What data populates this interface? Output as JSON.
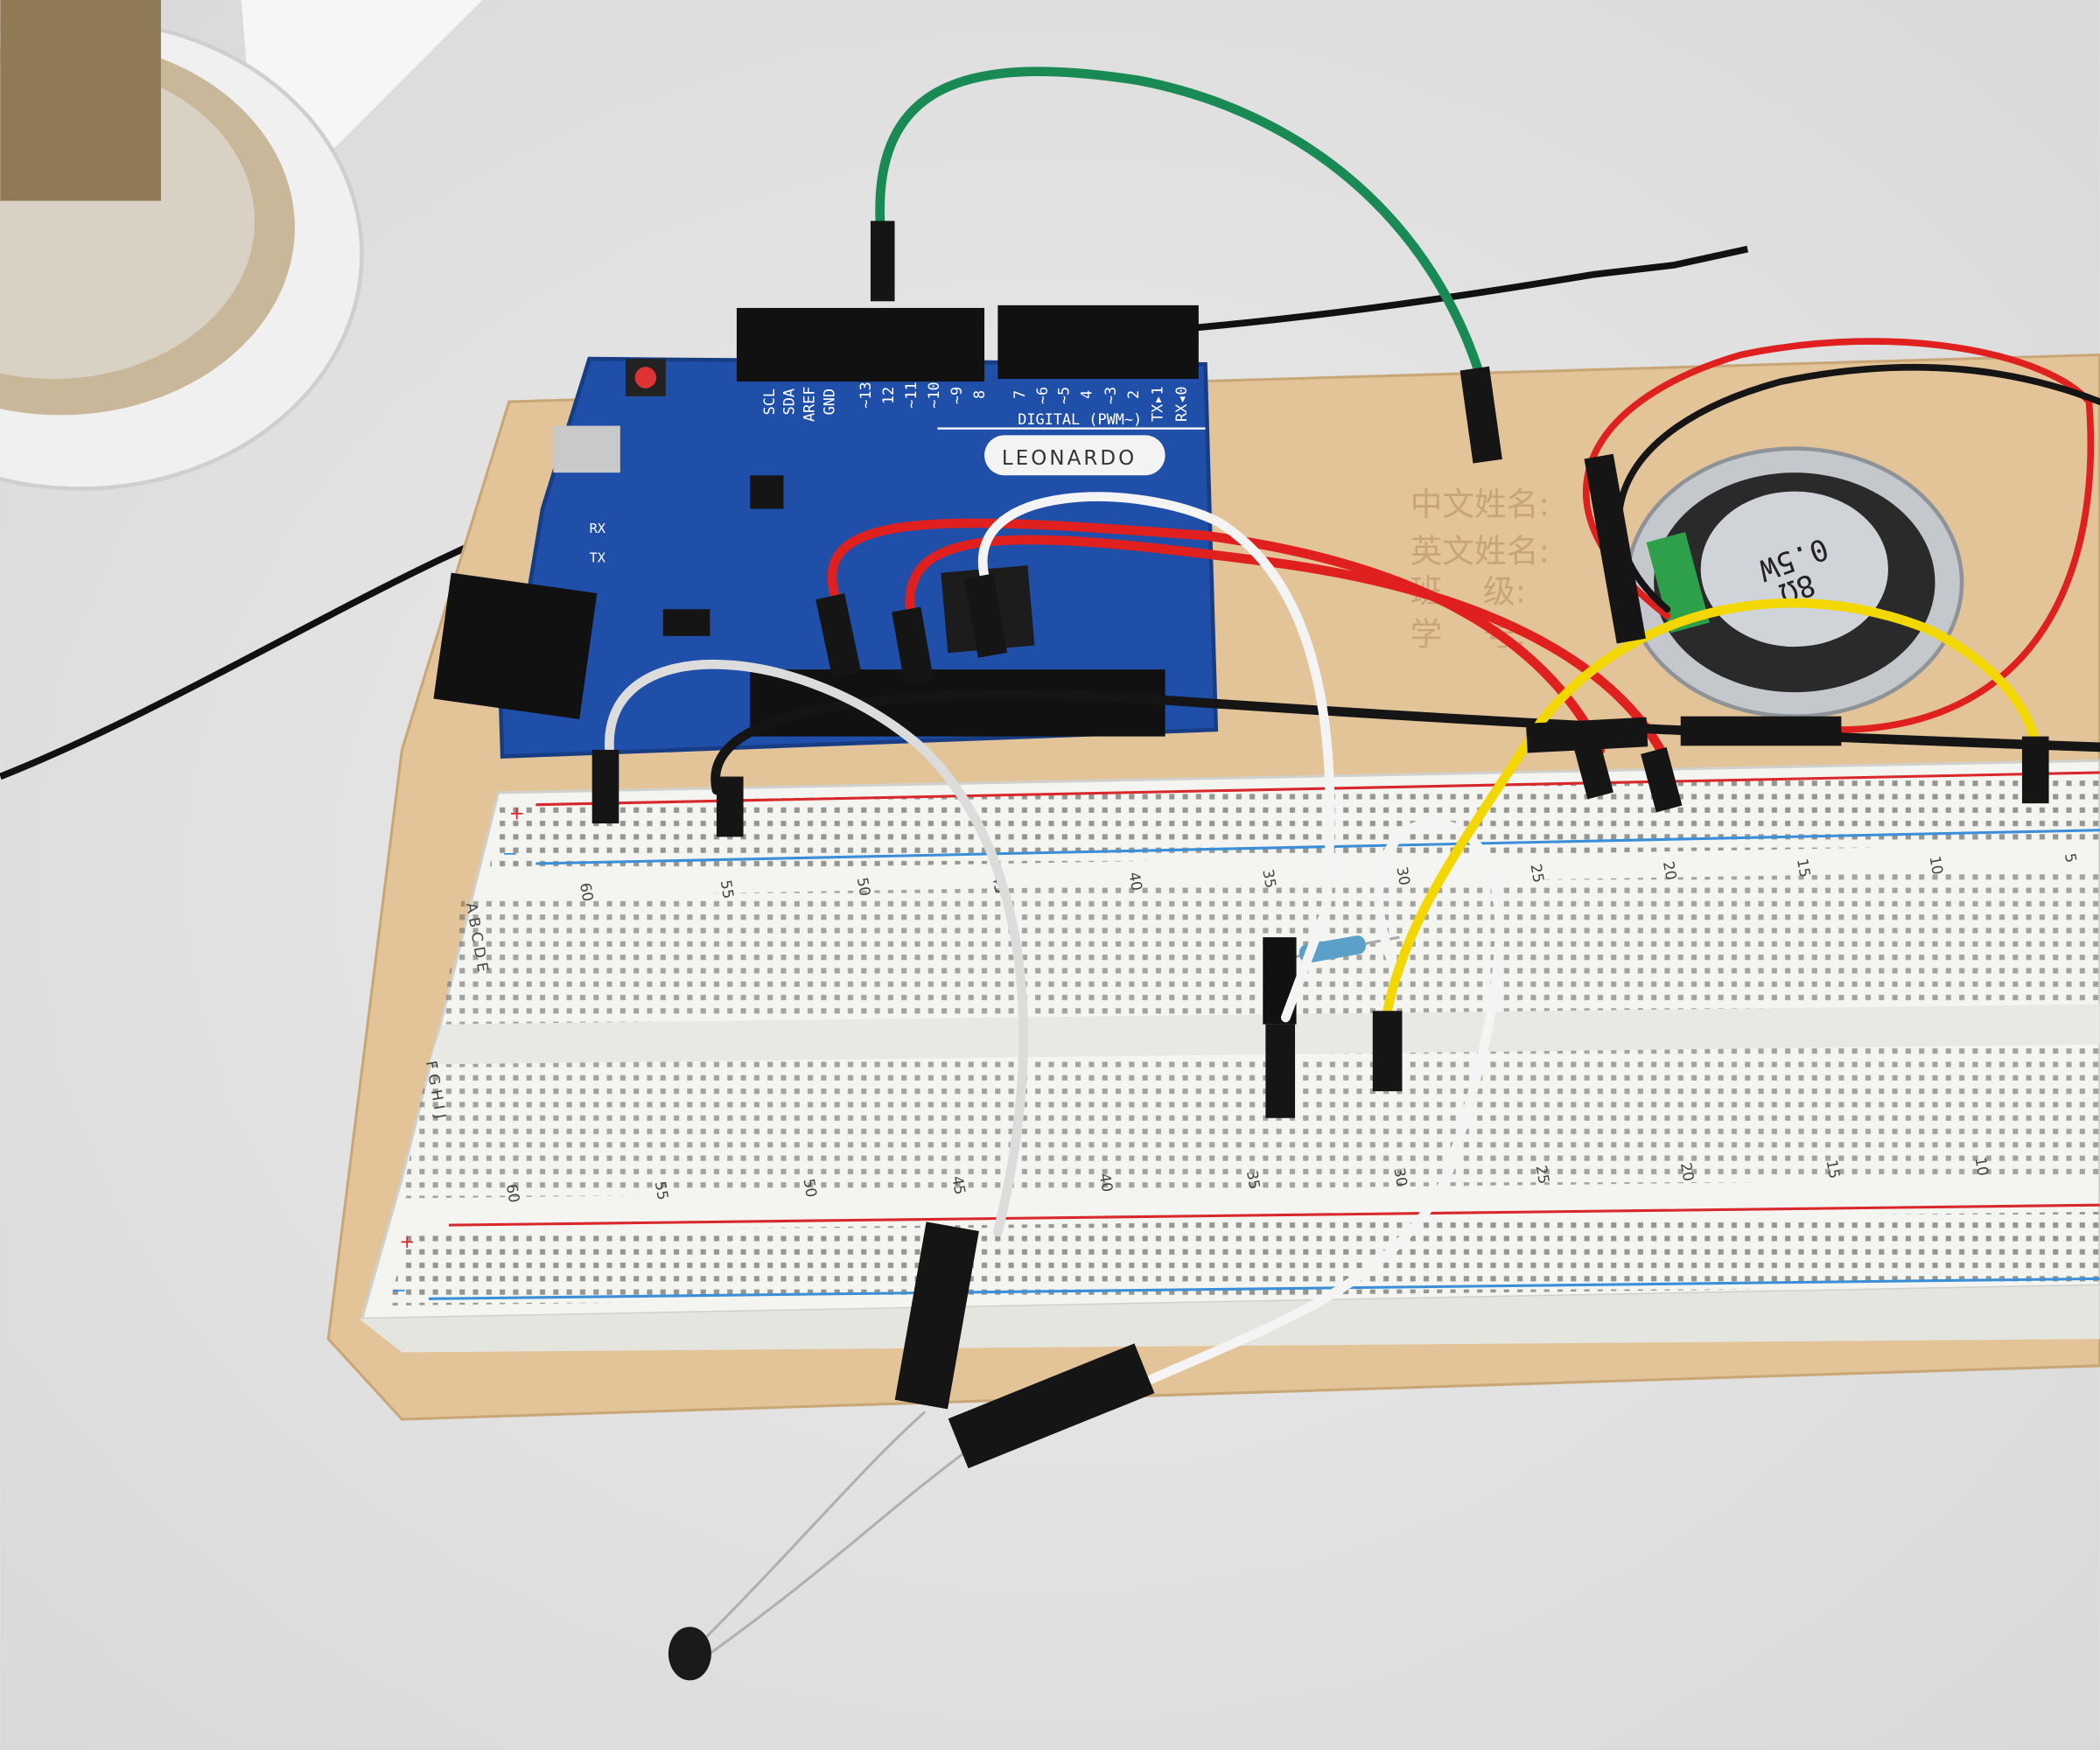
{
  "board": {
    "name": "LEONARDO",
    "header_label": "DIGITAL (PWM~)",
    "pins": [
      "SCL",
      "SDA",
      "AREF",
      "GND",
      "~13",
      "12",
      "~11",
      "~10",
      "~9",
      "8",
      "7",
      "~6",
      "~5",
      "4",
      "~3",
      "2",
      "TX▸1",
      "RX◂0"
    ],
    "led_labels": [
      "RX",
      "TX"
    ],
    "color": "#1f4fa8"
  },
  "breadboard": {
    "top_numbers": [
      "60",
      "55",
      "50",
      "45",
      "40",
      "35",
      "30",
      "25",
      "20",
      "15",
      "10",
      "5"
    ],
    "bottom_numbers": [
      "60",
      "55",
      "50",
      "45",
      "40",
      "35",
      "30",
      "25",
      "20",
      "15",
      "10"
    ],
    "rows_top": "A B C D E",
    "rows_bottom": "F G H I J",
    "rail_plus": "+",
    "rail_minus": "−",
    "rail_red": "#d8282c",
    "rail_blue": "#3a8fd8"
  },
  "base_plate": {
    "labels": [
      "中文姓名:",
      "英文姓名:",
      "班    级:",
      "学    号:"
    ]
  },
  "speaker": {
    "marking_line1": "0.5W",
    "marking_line2": "8Ω"
  },
  "wire_colors": {
    "green": "#1a8a55",
    "red": "#e0201e",
    "black": "#151515",
    "white": "#f4f4f4",
    "yellow": "#f2d800"
  }
}
